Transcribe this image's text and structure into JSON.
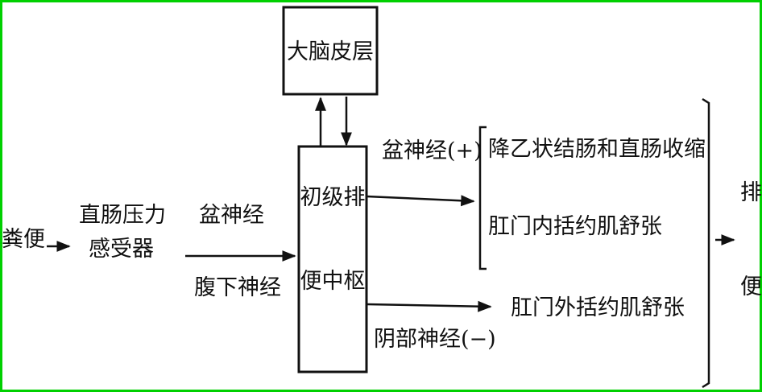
{
  "frame_color": "#00d000",
  "nodes": {
    "stool": "粪便",
    "sensor_line1": "直肠压力",
    "sensor_line2": "感受器",
    "cortex": "大脑皮层",
    "center_line1": "初级排",
    "center_line2": "便中枢"
  },
  "edges": {
    "afferent_top": "盆神经",
    "afferent_bottom": "腹下神经",
    "pelvic_out": "盆神经(+)",
    "pudendal_out": "阴部神经(−)"
  },
  "effects": {
    "colon_contract": "降乙状结肠和直肠收缩",
    "internal_relax": "肛门内括约肌舒张",
    "external_relax": "肛门外括约肌舒张"
  },
  "result": {
    "char1": "排",
    "char2": "便"
  }
}
